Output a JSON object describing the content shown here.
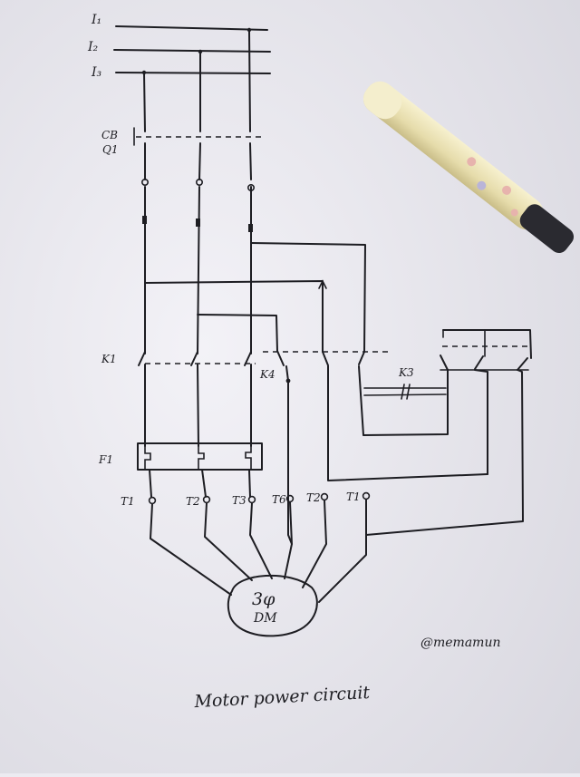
{
  "supply_labels": {
    "l1": "I₁",
    "l2": "I₂",
    "l3": "I₃"
  },
  "breaker_label": {
    "line1": "CB",
    "line2": "Q1"
  },
  "contactor_labels": {
    "k1": "K1",
    "k4": "K4",
    "k3": "K3"
  },
  "relay_label": "F1",
  "terminal_labels": [
    "T1",
    "T2",
    "T3",
    "T6",
    "T2",
    "T1"
  ],
  "motor_label": {
    "line1": "3φ",
    "line2": "DM"
  },
  "watermark": "@memamun",
  "caption": "Motor power circuit",
  "colors": {
    "paper": "#ecebf1",
    "ink": "#1d1d22",
    "pen_body": "#efe7bd",
    "pen_cap": "#2a2a30"
  }
}
